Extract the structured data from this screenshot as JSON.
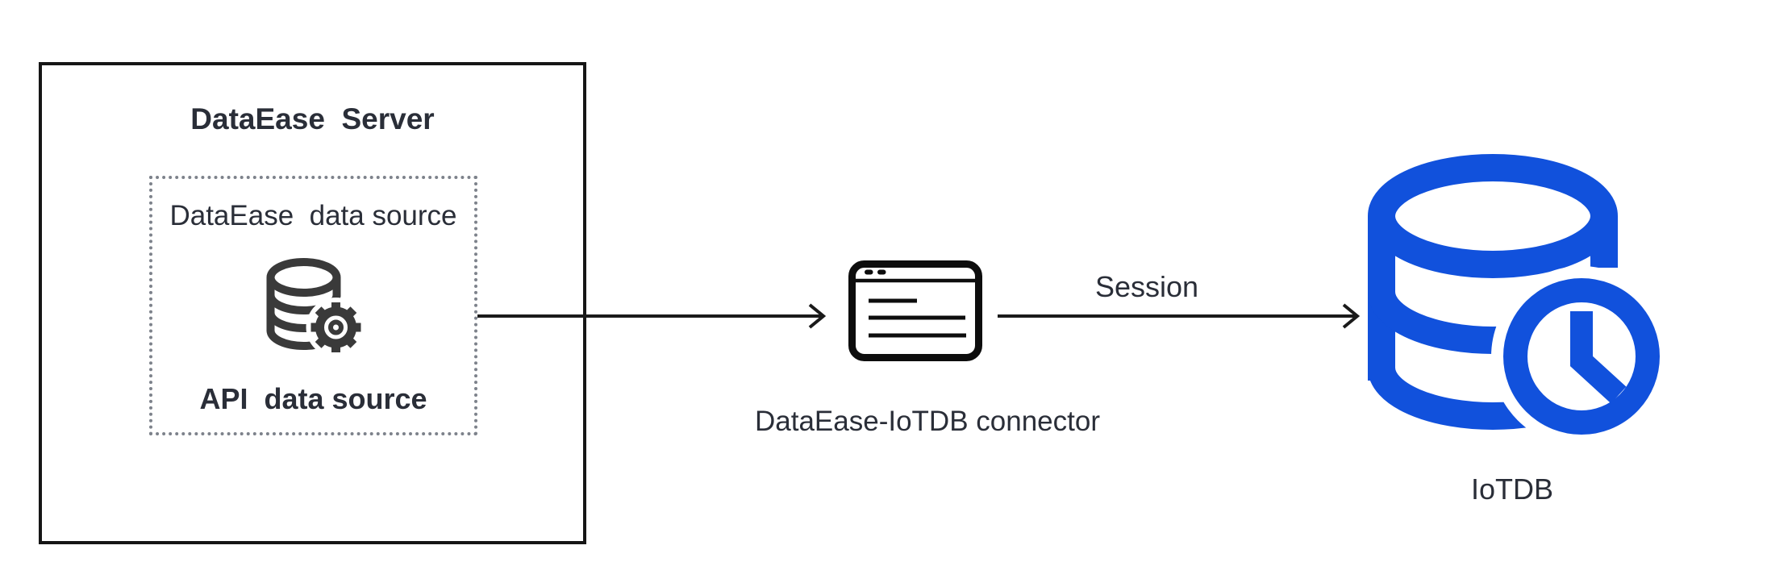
{
  "colors": {
    "text": "#2a2e38",
    "box_border": "#161616",
    "dotted_border": "#7d828b",
    "icon_dark": "#3a3a3a",
    "connector_icon_black": "#0d0d0d",
    "arrow": "#1a1a1a",
    "iotdb_blue": "#1151dc"
  },
  "server_box": {
    "title": "DataEase  Server",
    "datasource_box": {
      "title": "DataEase  data source",
      "icon": "database-gear-icon",
      "api_label": "API  data source"
    }
  },
  "connector": {
    "icon": "app-window-icon",
    "label": "DataEase-IoTDB connector"
  },
  "flow": {
    "session_label": "Session"
  },
  "iotdb": {
    "icon": "database-clock-icon",
    "label": "IoTDB"
  }
}
